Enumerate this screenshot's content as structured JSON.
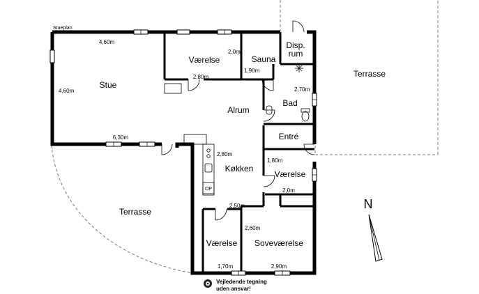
{
  "plan_title": "Stueplan",
  "rooms": {
    "stue": "Stue",
    "vaerelse_top": "Værelse",
    "sauna": "Sauna",
    "disp_line1": "Disp.",
    "disp_line2": "rum",
    "alrum": "Alrum",
    "bad": "Bad",
    "entre": "Entré",
    "kokken": "Køkken",
    "vaerelse_right": "Værelse",
    "vaerelse_bottom": "Værelse",
    "sovevaerelse": "Soveværelse",
    "terrasse_right": "Terrasse",
    "terrasse_left": "Terrasse",
    "op": "OP"
  },
  "dimensions": {
    "stue_width": "4,60m",
    "stue_depth": "4,60m",
    "vaerelse_top_depth": "2,0m",
    "vaerelse_top_width": "2,80m",
    "sauna_width": "1,90m",
    "bad_depth": "2,70m",
    "stue_bottom": "6,30m",
    "kokken_depth": "2,80m",
    "vaerelse_right_depth": "1,80m",
    "vaerelse_right_width": "2,0m",
    "kokken_width": "2,50m",
    "sove_depth": "2,60m",
    "vaerelse_bottom_width": "1,70m",
    "sove_width": "2,90m"
  },
  "north_label": "N",
  "disclaimer_line1": "Vejledende tegning",
  "disclaimer_line2": "uden ansvar!"
}
